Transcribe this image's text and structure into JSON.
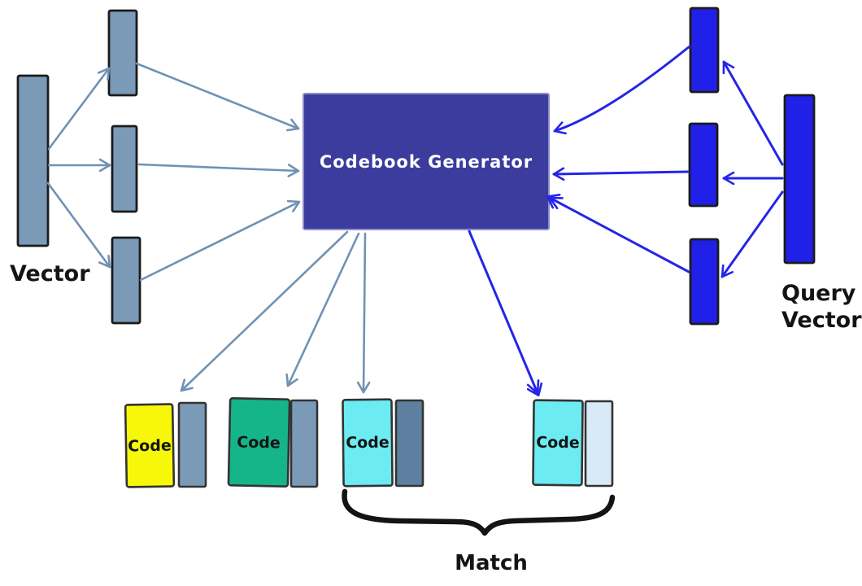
{
  "colors": {
    "background": "#ffffff",
    "steel": "#7b9ab8",
    "steel_dark": "#5d80a0",
    "steel_light": "#d8e9f7",
    "blue": "#2020e8",
    "generator": "#3c3c9e",
    "arrow_steel": "#7092b4",
    "arrow_blue": "#2525e8",
    "ink": "#141414",
    "text_light": "#ffffff"
  },
  "labels": {
    "vector": "Vector",
    "query_vector_line1": "Query",
    "query_vector_line2": "Vector",
    "generator": "Codebook Generator",
    "match": "Match"
  },
  "code_boxes": [
    {
      "label": "Code",
      "color": "#f7f70a",
      "companion_color": "#7b9ab8"
    },
    {
      "label": "Code",
      "color": "#14b589",
      "companion_color": "#7b9ab8"
    },
    {
      "label": "Code",
      "color": "#6cebf3",
      "companion_color": "#5d80a0"
    },
    {
      "label": "Code",
      "color": "#6cebf3",
      "companion_color": "#d8e9f7"
    }
  ]
}
